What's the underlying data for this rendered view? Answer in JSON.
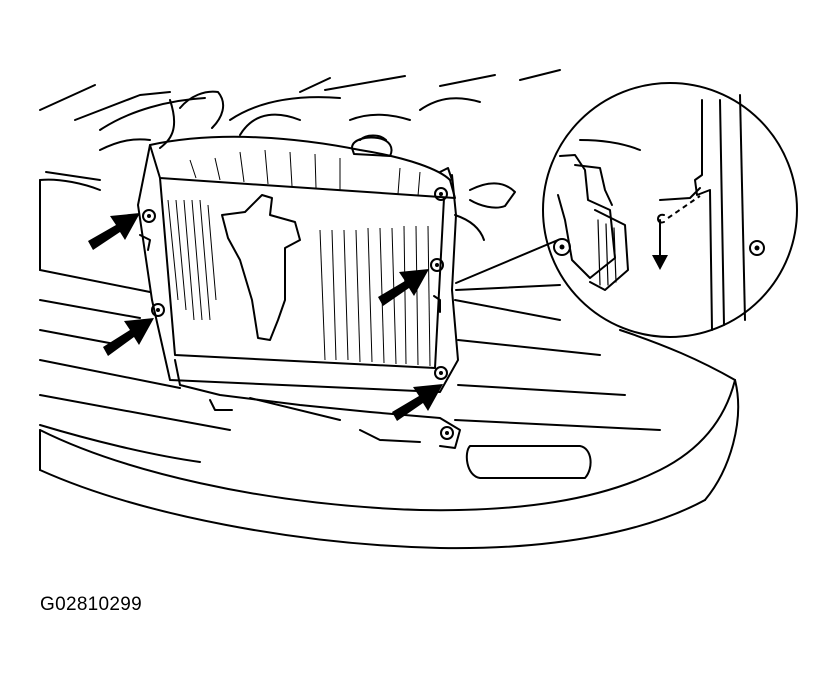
{
  "figure": {
    "code": "G02810299"
  },
  "callouts": {
    "count": 4,
    "detail_view": "bolt-removal"
  },
  "colors": {
    "ink": "#000000",
    "paper": "#ffffff"
  }
}
